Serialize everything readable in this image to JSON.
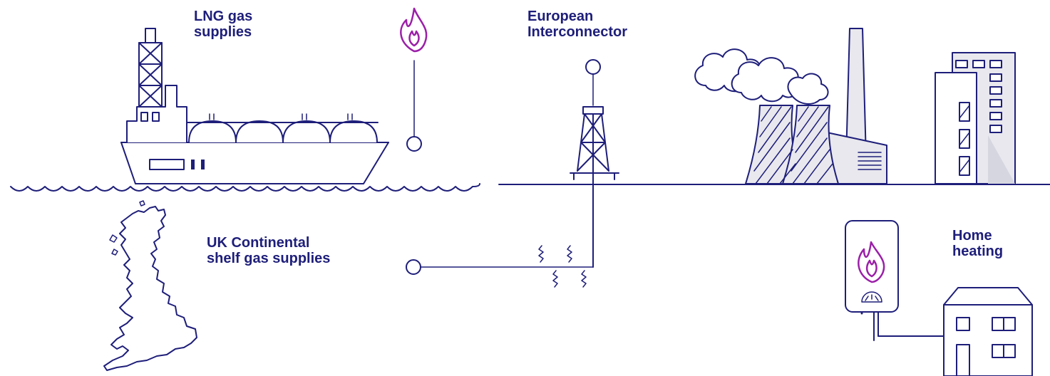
{
  "labels": {
    "lng": [
      "LNG gas",
      "supplies"
    ],
    "interconnector": [
      "European",
      "Interconnector"
    ],
    "ukcs": [
      "UK Continental",
      "shelf gas supplies"
    ],
    "home": [
      "Home",
      "heating"
    ]
  },
  "colors": {
    "primary": "#1e1e7a",
    "flame": "#9b1fa8",
    "fill": "#e8e8ee"
  },
  "icons": [
    "lng-tanker-icon",
    "gas-flame-icon",
    "gas-rig-icon",
    "power-station-icon",
    "office-building-icon",
    "uk-map-icon",
    "boiler-icon",
    "house-icon"
  ]
}
